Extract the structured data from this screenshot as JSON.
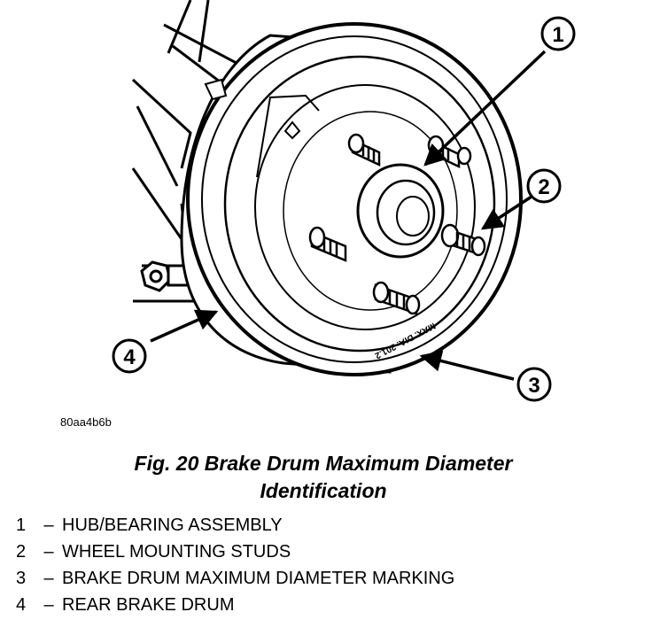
{
  "figure": {
    "image_code": "80aa4b6b",
    "caption_line1": "Fig. 20 Brake Drum Maximum Diameter",
    "caption_line2": "Identification",
    "drum_marking_text": "MAX. DIA. 201.2"
  },
  "callouts": [
    {
      "number": "1"
    },
    {
      "number": "2"
    },
    {
      "number": "3"
    },
    {
      "number": "4"
    }
  ],
  "legend": [
    {
      "number": "1",
      "dash": "–",
      "label": "HUB/BEARING ASSEMBLY"
    },
    {
      "number": "2",
      "dash": "–",
      "label": "WHEEL MOUNTING STUDS"
    },
    {
      "number": "3",
      "dash": "–",
      "label": "BRAKE DRUM MAXIMUM DIAMETER MARKING"
    },
    {
      "number": "4",
      "dash": "–",
      "label": "REAR BRAKE DRUM"
    }
  ]
}
